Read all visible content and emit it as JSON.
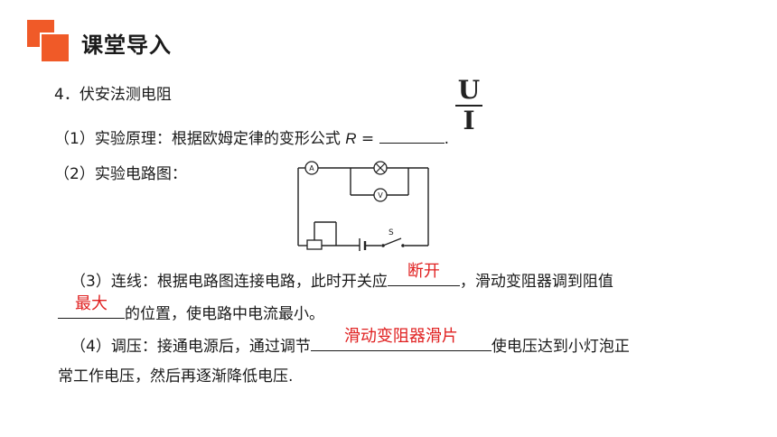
{
  "header": {
    "title": "课堂导入"
  },
  "items": {
    "item4": "4．伏安法测电阻",
    "principle_prefix": "（1）实验原理：根据欧姆定律的变形公式",
    "principle_var": "R",
    "principle_eq": "=",
    "principle_end": ".",
    "formula_num": "U",
    "formula_den": "I",
    "circuit_label": "（2）实验电路图：",
    "step3_a": "（3）连线：根据电路图连接电路，此时开关应",
    "step3_ans1": "断开",
    "step3_b": "，滑动变阻器调到阻值",
    "step3_ans2": "最大",
    "step3_c": "的位置，使电路中电流最小。",
    "step4_a": "（4）调压：接通电源后，通过调节",
    "step4_ans": "滑动变阻器滑片",
    "step4_b": "使电压达到小灯泡正",
    "step4_c": "常工作电压，然后再逐渐降低电压."
  },
  "circuit": {
    "ammeter": "A",
    "voltmeter": "V",
    "switch": "S"
  },
  "colors": {
    "accent": "#f05a28",
    "answer": "#e02020"
  }
}
